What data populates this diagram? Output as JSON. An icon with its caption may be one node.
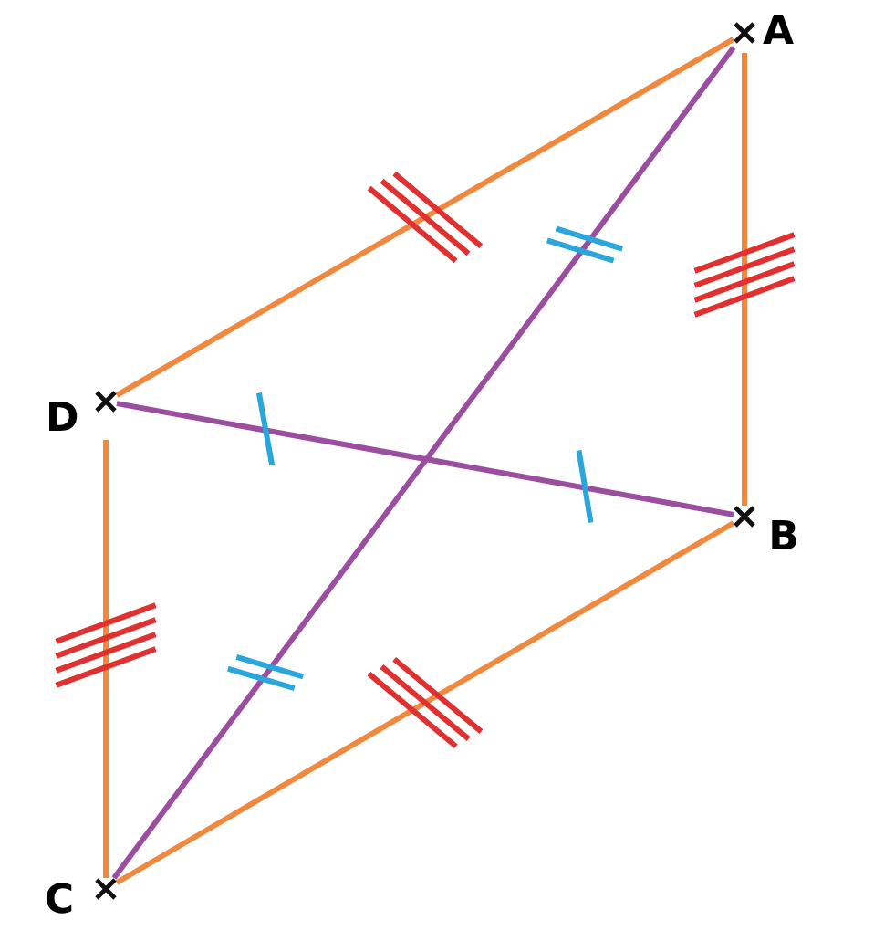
{
  "diagram": {
    "nodes": [
      {
        "text": [
          "A"
        ]
      },
      {
        "text": [
          "B"
        ]
      },
      {
        "text": [
          "C"
        ]
      },
      {
        "text": [
          "D"
        ]
      }
    ],
    "edges": [
      {
        "from": 3,
        "to": 0,
        "arrow": "none"
      },
      {
        "from": 0,
        "to": 1,
        "arrow": "none"
      },
      {
        "from": 3,
        "to": 1,
        "arrow": "none",
        "color": "#9b4ea0"
      },
      {
        "from": 0,
        "to": 2,
        "arrow": "none",
        "color": "#9b4ea0"
      },
      {
        "from": 3,
        "to": 2,
        "arrow": "none"
      },
      {
        "from": 2,
        "to": 1,
        "arrow": "none"
      }
    ]
  }
}
